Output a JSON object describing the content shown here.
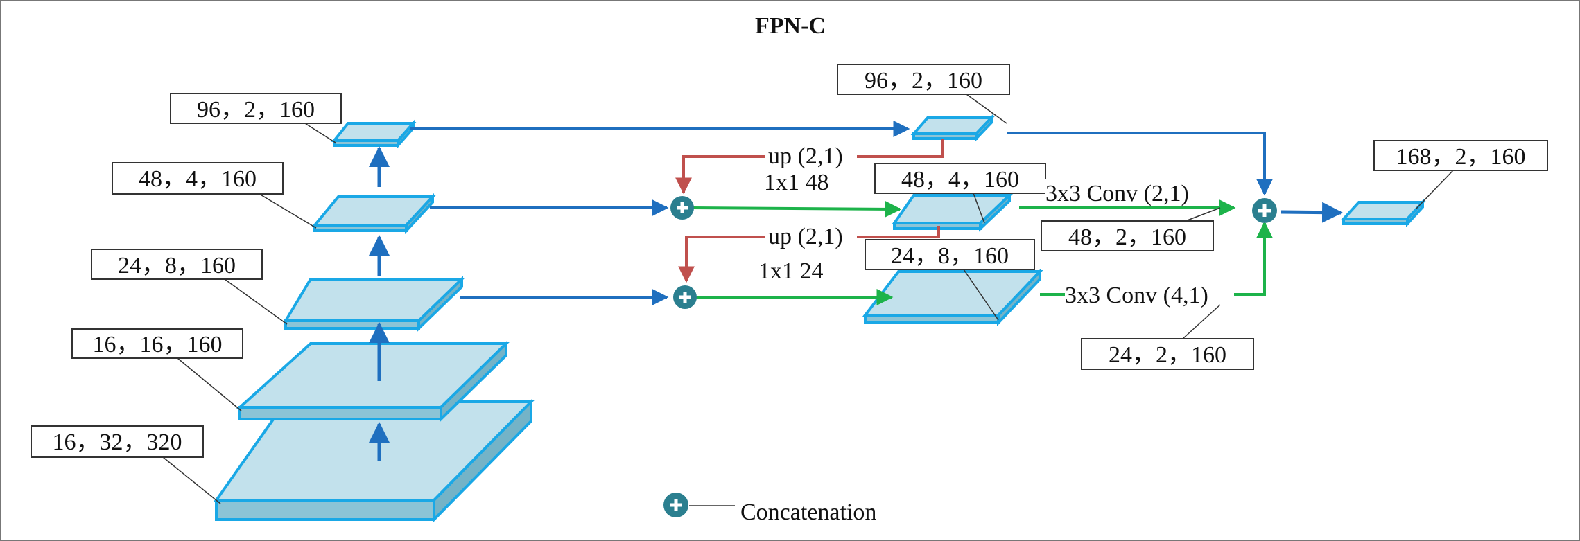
{
  "title": "FPN-C",
  "backbone": [
    {
      "label": "16，32，320"
    },
    {
      "label": "16，16，160"
    },
    {
      "label": "24，8，160"
    },
    {
      "label": "48，4，160"
    },
    {
      "label": "96，2，160"
    }
  ],
  "fusion": [
    {
      "label": "96，2，160"
    },
    {
      "label": "48，4，160"
    },
    {
      "label": "24，8，160"
    }
  ],
  "convs": [
    {
      "op": "3x3 Conv (2,1)",
      "label": "48，2，160"
    },
    {
      "op": "3x3 Conv (4,1)",
      "label": "24，2，160"
    }
  ],
  "output": {
    "label": "168，2，160"
  },
  "ops": {
    "up1": "up (2,1)",
    "conv1": "1x1 48",
    "up2": "up (2,1)",
    "conv2": "1x1 24"
  },
  "legend": {
    "concat": "Concatenation"
  },
  "colors": {
    "block_fill": "#c2e1ec",
    "block_edge": "#1aa8e6",
    "flow_arrow": "#1f6fbf",
    "upsample_arrow": "#c0504d",
    "conv_arrow": "#1db34a",
    "concat_node": "#2b7f8f"
  }
}
